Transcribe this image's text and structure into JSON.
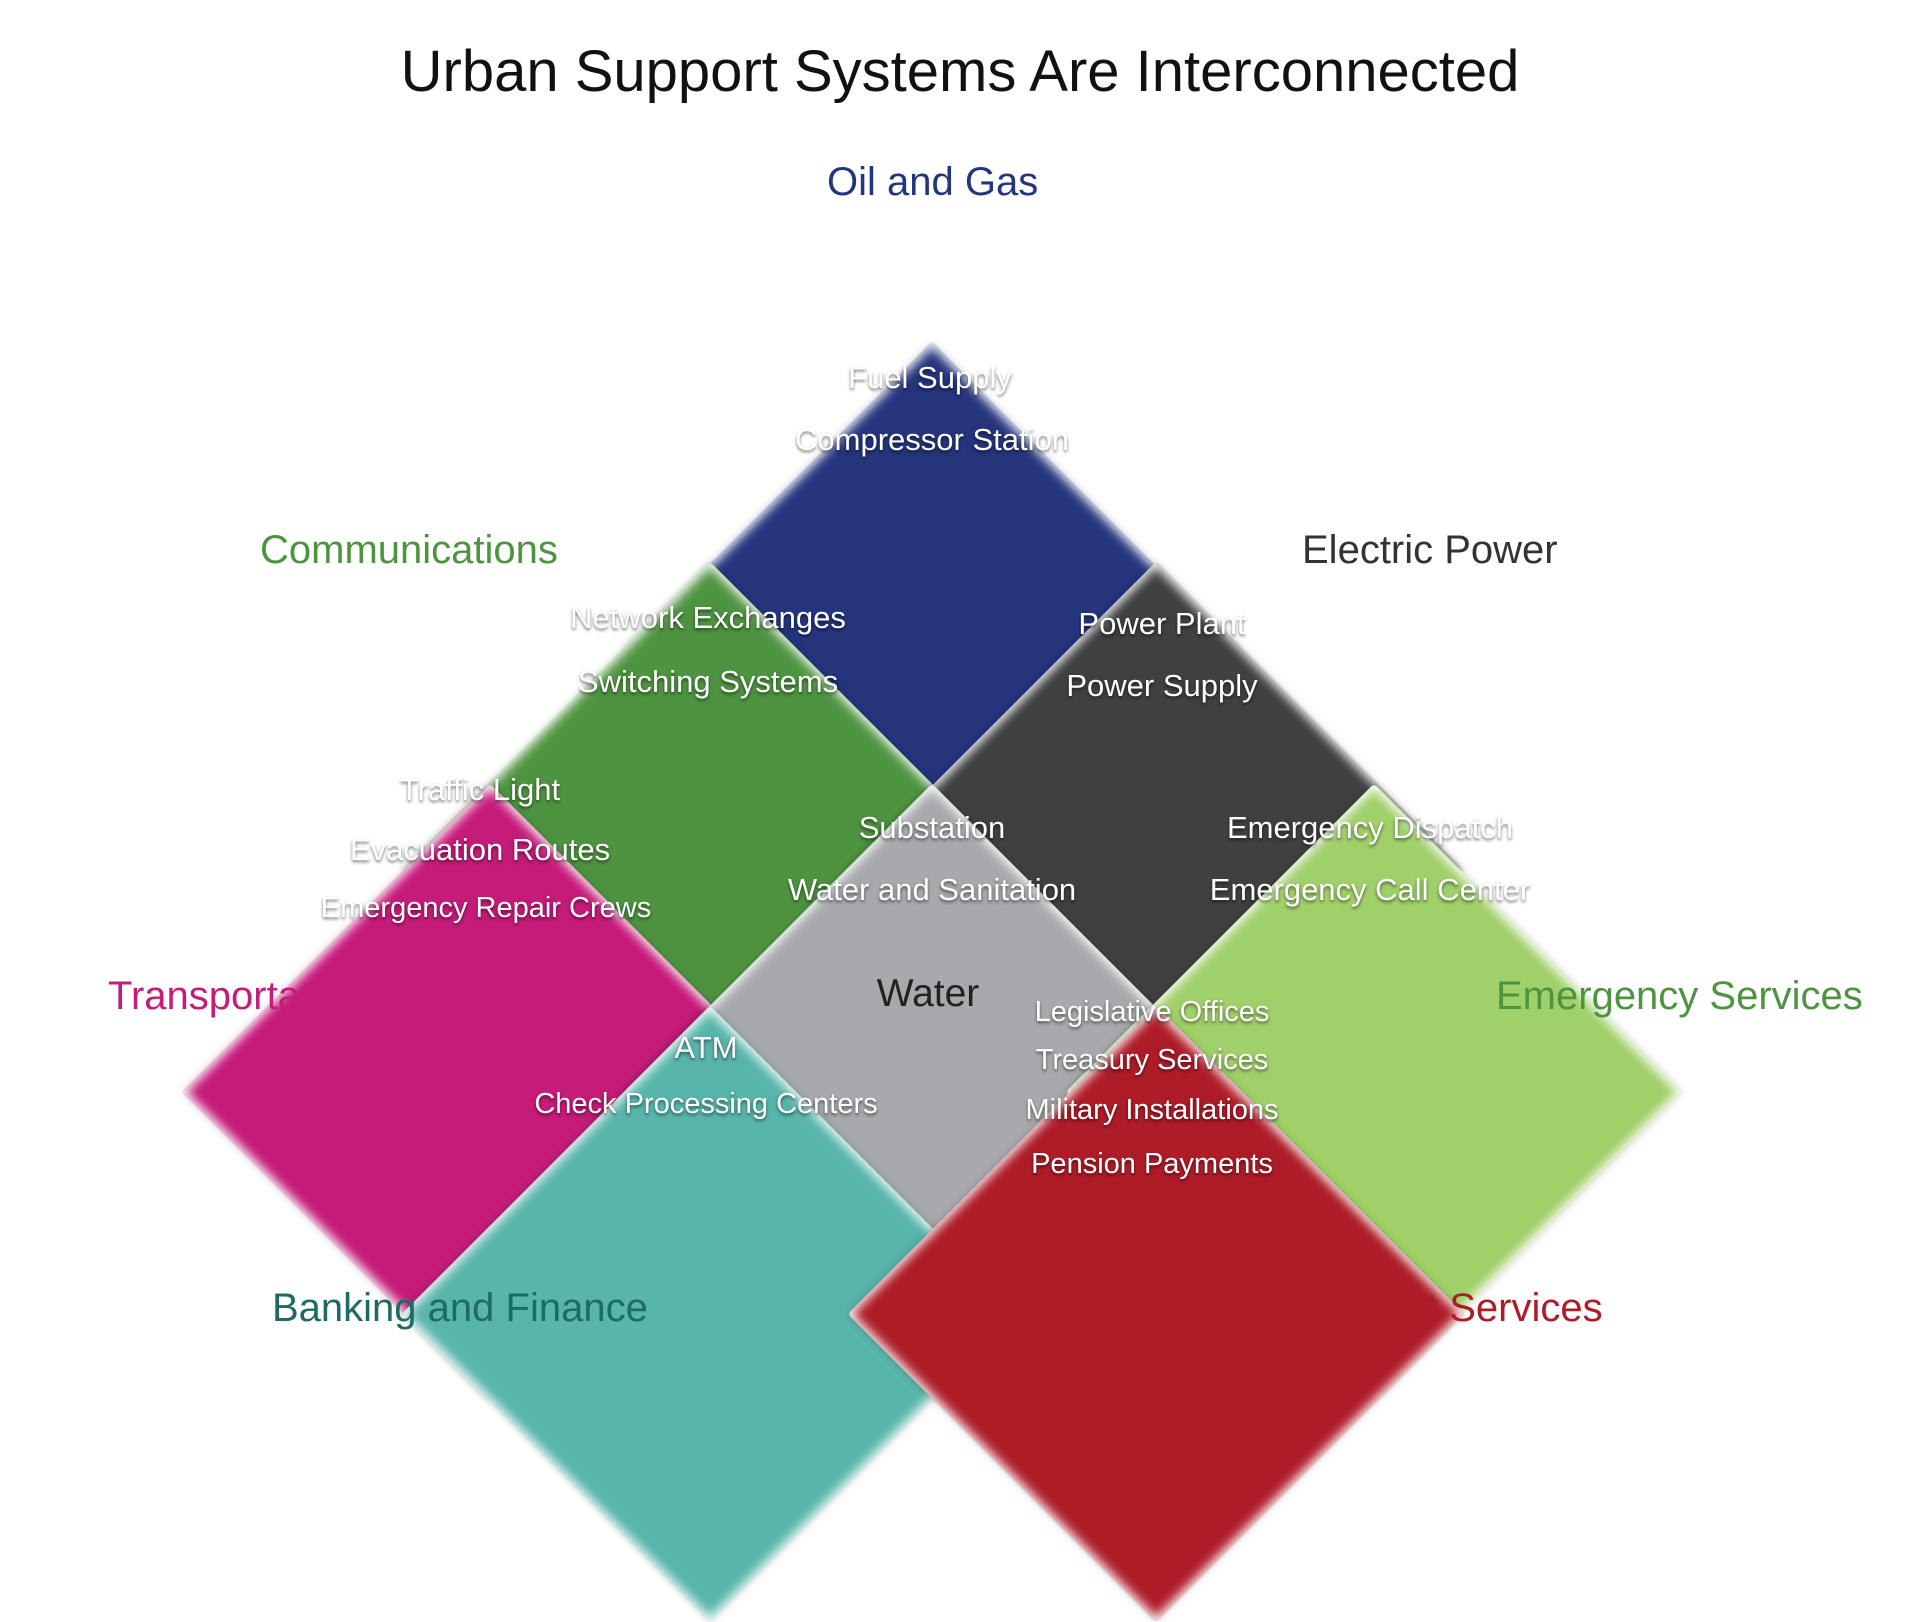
{
  "title": "Urban Support Systems Are Interconnected",
  "sectors": {
    "oil_gas": {
      "label": "Oil and Gas",
      "color": "#24357c",
      "items": [
        "Fuel Supply",
        "Compressor Station"
      ]
    },
    "communications": {
      "label": "Communications",
      "color": "#4e9440",
      "items": [
        "Network Exchanges",
        "Switching Systems"
      ]
    },
    "electric_power": {
      "label": "Electric Power",
      "color": "#404040",
      "items": [
        "Power Plant",
        "Power Supply"
      ]
    },
    "transportation": {
      "label": "Transportation",
      "color": "#c51b79",
      "items": [
        "Traffic Light",
        "Evacuation Routes",
        "Emergency Repair Crews"
      ]
    },
    "water": {
      "label": "Water",
      "color": "#a7a9ac",
      "items": [
        "Substation",
        "Water and Sanitation"
      ]
    },
    "emergency_services": {
      "label": "Emergency Services",
      "color": "#a0d06a",
      "label_color": "#4e9440",
      "items": [
        "Emergency Dispatch",
        "Emergency Call Center"
      ]
    },
    "banking_finance": {
      "label": "Banking and Finance",
      "color": "#58b5ab",
      "label_color": "#1d6b63",
      "items": [
        "ATM",
        "Check Processing Centers"
      ]
    },
    "government_services": {
      "label": "Government Services",
      "color": "#ae1c28",
      "items": [
        "Legislative Offices",
        "Treasury Services",
        "Military Installations",
        "Pension Payments"
      ]
    }
  }
}
